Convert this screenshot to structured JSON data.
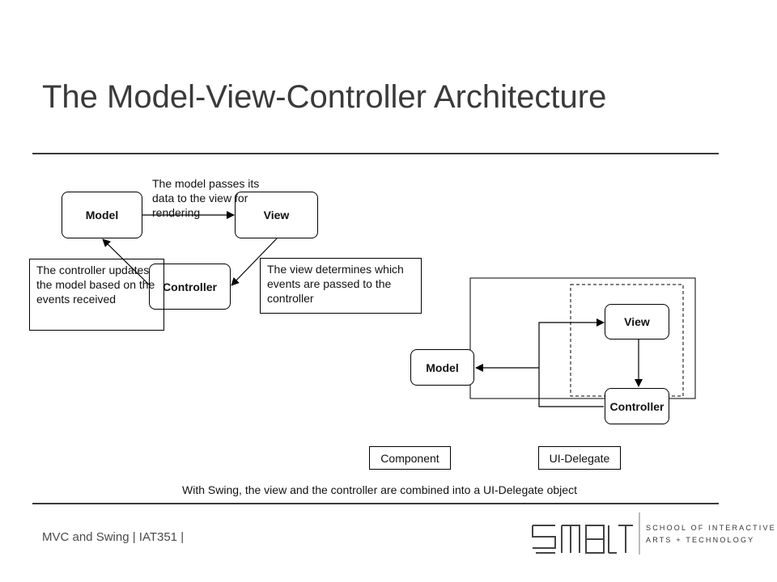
{
  "title": "The Model-View-Controller Architecture",
  "left_diagram": {
    "model": "Model",
    "view": "View",
    "controller": "Controller",
    "note_model_to_view": "The model passes its data to the view for rendering",
    "note_controller": "The controller updates the model based on the events received",
    "note_view": "The view determines which events are passed to the controller"
  },
  "right_diagram": {
    "model": "Model",
    "view": "View",
    "controller": "Controller",
    "component_label": "Component",
    "ui_delegate_label": "UI-Delegate"
  },
  "caption": "With Swing, the view and the controller are combined into a UI-Delegate object",
  "footer": "MVC and Swing | IAT351 |",
  "logo": {
    "line1": "SCHOOL OF INTERACTIVE",
    "line2": "ARTS + TECHNOLOGY"
  }
}
